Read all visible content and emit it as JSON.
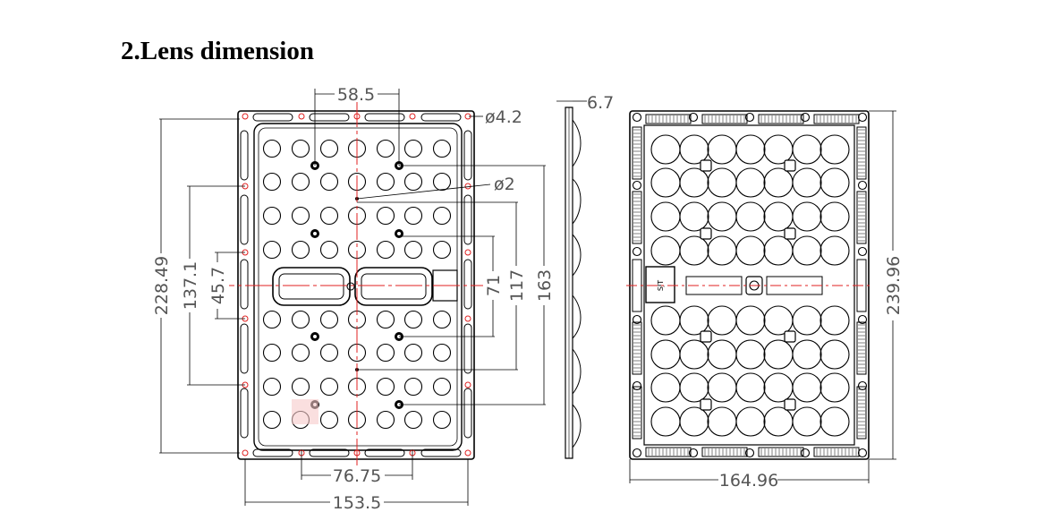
{
  "heading": {
    "title": "2.Lens dimension"
  },
  "front_view": {
    "dims": {
      "width_total": "153.5",
      "height_total": "228.49",
      "hole_spacing_top": "58.5",
      "hole_spacing_bottom": "76.75",
      "mount_hole_dia": "ø4.2",
      "small_hole_dia": "ø2",
      "vertical_137": "137.1",
      "vertical_45": "45.7",
      "vertical_71": "71",
      "vertical_117": "117",
      "vertical_163": "163"
    }
  },
  "side_view": {
    "dims": {
      "thickness": "6.7"
    }
  },
  "back_view": {
    "dims": {
      "width_total": "164.96",
      "height_total": "239.96"
    },
    "marking": "SJT"
  }
}
